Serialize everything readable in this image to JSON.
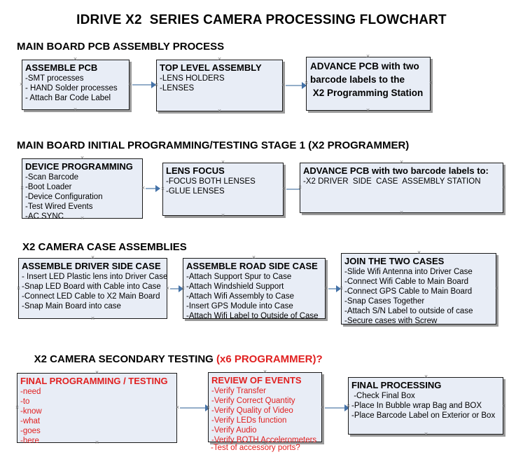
{
  "document": {
    "title": "IDRIVE X2  SERIES CAMERA PROCESSING FLOWCHART"
  },
  "sections": [
    {
      "id": "main-board-pcb-assembly",
      "title": "MAIN BOARD PCB ASSEMBLY PROCESS",
      "title_red": "",
      "boxes": [
        {
          "id": "assemble-pcb",
          "head": "ASSEMBLE PCB",
          "lines": [
            "-SMT processes",
            "- HAND Solder processes",
            "- Attach Bar Code Label"
          ]
        },
        {
          "id": "top-level-assembly",
          "head": "TOP LEVEL ASSEMBLY",
          "lines": [
            "-LENS HOLDERS",
            "-LENSES"
          ]
        },
        {
          "id": "advance-pcb-to-programming-station",
          "head": "ADVANCE PCB with two\nbarcode labels to the\n X2 Programming Station",
          "lines": []
        }
      ]
    },
    {
      "id": "main-board-initial-programming",
      "title": "MAIN BOARD INITIAL PROGRAMMING/TESTING STAGE 1 (X2 PROGRAMMER)",
      "title_red": "",
      "boxes": [
        {
          "id": "device-programming",
          "head": "DEVICE PROGRAMMING",
          "lines": [
            "-Scan Barcode",
            "-Boot Loader",
            "-Device Configuration",
            "-Test Wired Events",
            "-AC SYNC"
          ]
        },
        {
          "id": "lens-focus",
          "head": "LENS FOCUS",
          "lines": [
            "-FOCUS BOTH LENSES",
            "-GLUE LENSES"
          ]
        },
        {
          "id": "advance-pcb-to-driver-side-case",
          "head": "ADVANCE PCB with two barcode labels to:",
          "lines": [
            "-X2 DRIVER  SIDE  CASE  ASSEMBLY STATION"
          ]
        }
      ]
    },
    {
      "id": "x2-camera-case-assemblies",
      "title": "X2 CAMERA CASE ASSEMBLIES",
      "title_red": "",
      "boxes": [
        {
          "id": "assemble-driver-side-case",
          "head": "ASSEMBLE DRIVER SIDE CASE",
          "lines": [
            "- Insert LED Plastic lens into Driver Case",
            "-Snap LED Board with Cable into Case",
            "-Connect LED Cable to X2 Main Board",
            "-Snap Main Board into case"
          ]
        },
        {
          "id": "assemble-road-side-case",
          "head": "ASSEMBLE ROAD SIDE CASE",
          "lines": [
            "-Attach Support Spur to Case",
            "-Attach Windshield Support",
            "-Attach Wifi Assembly to Case",
            "-Insert GPS Module into Case",
            "-Attach Wifi Label to Outside of Case"
          ]
        },
        {
          "id": "join-the-two-cases",
          "head": "JOIN THE TWO CASES",
          "lines": [
            "-Slide Wifi Antenna into Driver Case",
            "-Connect Wifi Cable to Main Board",
            "-Connect GPS Cable to Main Board",
            "-Snap Cases Together",
            "-Attach S/N Label to outside of case",
            "-Secure cases with Screw"
          ]
        }
      ]
    },
    {
      "id": "x2-camera-secondary-testing",
      "title": "X2 CAMERA SECONDARY TESTING ",
      "title_red": "(x6 PROGRAMMER)?",
      "boxes": [
        {
          "id": "final-programming-testing",
          "head": "FINAL PROGRAMMING / TESTING",
          "lines": [
            "-need",
            "-to",
            "-know",
            "-what",
            "-goes",
            "-here"
          ]
        },
        {
          "id": "review-of-events",
          "head": "REVIEW OF EVENTS",
          "lines": [
            "-Verify Transfer",
            "-Verify Correct Quantity",
            "-Verify Quality of Video",
            "-Verify LEDs function",
            "-Verify Audio",
            "-Verify BOTH Accelerometers"
          ],
          "overflow_line": "-Test of accessory ports?"
        },
        {
          "id": "final-processing",
          "head": "FINAL PROCESSING",
          "lines": [
            " -Check Final Box",
            "-Place In Bubble wrap Bag and BOX",
            "-Place Barcode Label on Exterior or Box"
          ]
        }
      ]
    }
  ],
  "colors": {
    "box_fill": "#e8edf6",
    "box_border": "#1a1a1a",
    "box_shadow": "#9a9a9a",
    "arrow_line": "#94aec9",
    "arrow_head": "#4472a8",
    "red_text": "#e02020",
    "black_text": "#000000"
  }
}
